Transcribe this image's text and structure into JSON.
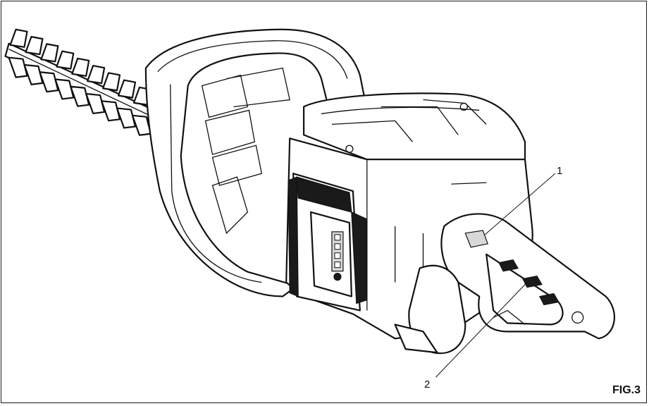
{
  "figure": {
    "label": "FIG.3",
    "callouts": [
      {
        "number": "1"
      },
      {
        "number": "2"
      }
    ],
    "battery_indicator": {
      "levels": 4,
      "icon": "battery-level-indicator-icon"
    },
    "colors": {
      "line": "#111111",
      "background": "#ffffff"
    }
  }
}
